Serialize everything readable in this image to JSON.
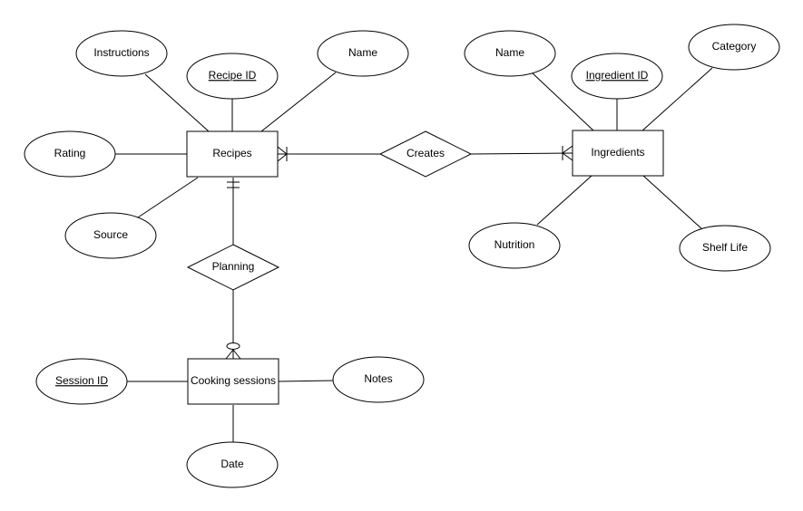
{
  "diagram": {
    "entities": {
      "recipes": "Recipes",
      "ingredients": "Ingredients",
      "cooking_sessions": "Cooking sessions"
    },
    "relationships": {
      "creates": "Creates",
      "planning": "Planning"
    },
    "attributes": {
      "recipes": {
        "instructions": "Instructions",
        "recipe_id": "Recipe ID",
        "name": "Name",
        "rating": "Rating",
        "source": "Source"
      },
      "ingredients": {
        "name": "Name",
        "ingredient_id": "Ingredient ID",
        "category": "Category",
        "nutrition": "Nutrition",
        "shelf_life": "Shelf Life"
      },
      "cooking_sessions": {
        "session_id": "Session ID",
        "notes": "Notes",
        "date": "Date"
      }
    }
  }
}
